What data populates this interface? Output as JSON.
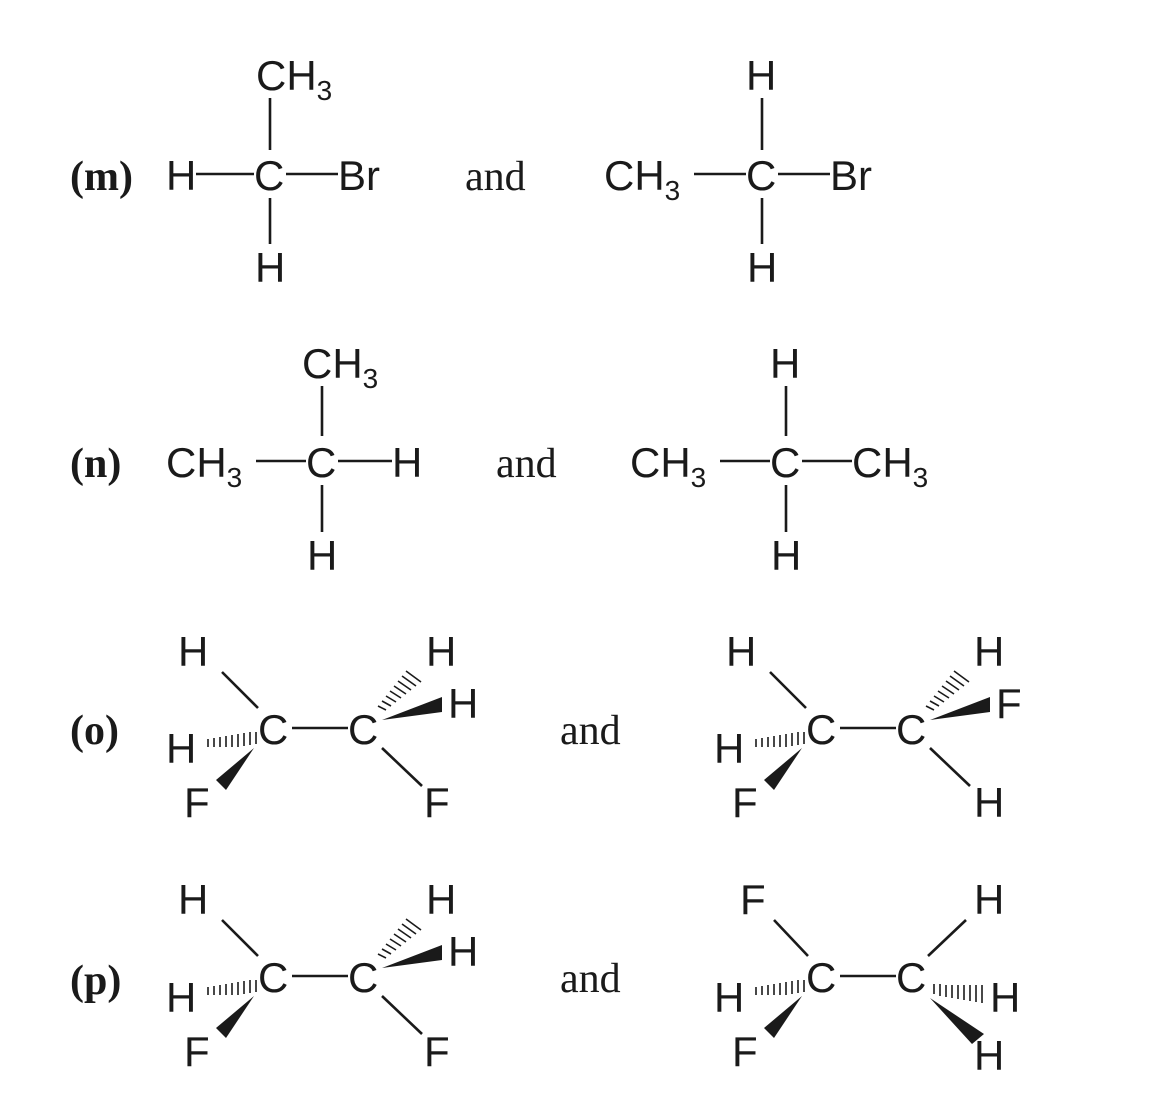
{
  "rows": [
    {
      "label": "(m)",
      "conjunction": "and",
      "left": {
        "top": "CH",
        "top_sub": "3",
        "left": "H",
        "center": "C",
        "right": "Br",
        "bottom": "H"
      },
      "right": {
        "top": "H",
        "left": "CH",
        "left_sub": "3",
        "center": "C",
        "right": "Br",
        "bottom": "H"
      }
    },
    {
      "label": "(n)",
      "conjunction": "and",
      "left": {
        "top": "CH",
        "top_sub": "3",
        "left": "CH",
        "left_sub": "3",
        "center": "C",
        "right": "H",
        "bottom": "H"
      },
      "right": {
        "top": "H",
        "left": "CH",
        "left_sub": "3",
        "center": "C",
        "right": "CH",
        "right_sub": "3",
        "bottom": "H"
      }
    },
    {
      "label": "(o)",
      "conjunction": "and",
      "left": {
        "c1": "C",
        "c2": "C",
        "c1_up": "H",
        "c1_hash": "H",
        "c1_wedge": "F",
        "c2_up": "H",
        "c2_wedge": "H",
        "c2_down": "F"
      },
      "right": {
        "c1": "C",
        "c2": "C",
        "c1_up": "H",
        "c1_hash": "H",
        "c1_wedge": "F",
        "c2_up": "H",
        "c2_wedge": "F",
        "c2_down": "H"
      }
    },
    {
      "label": "(p)",
      "conjunction": "and",
      "left": {
        "c1": "C",
        "c2": "C",
        "c1_up": "H",
        "c1_hash": "H",
        "c1_wedge": "F",
        "c2_up": "H",
        "c2_wedge": "H",
        "c2_down": "F"
      },
      "right": {
        "c1": "C",
        "c2": "C",
        "c1_up": "F",
        "c1_hash": "H",
        "c1_wedge": "F",
        "c2_up": "H",
        "c2_hash": "H",
        "c2_wedge": "H"
      }
    }
  ]
}
